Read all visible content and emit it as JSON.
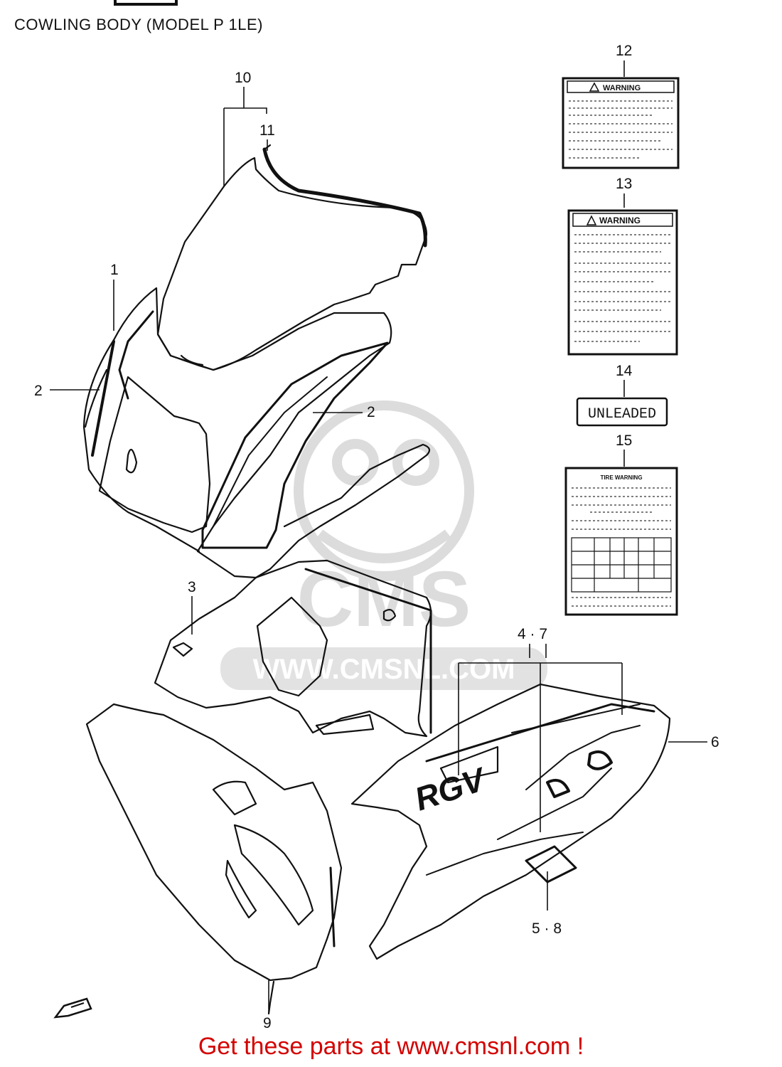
{
  "title": "COWLING BODY (MODEL P 1LE)",
  "footer": "Get these parts at www.cmsnl.com !",
  "callouts": {
    "c1": "1",
    "c2a": "2",
    "c2b": "2",
    "c3": "3",
    "c47": "4 · 7",
    "c58": "5 · 8",
    "c6": "6",
    "c9": "9",
    "c10": "10",
    "c11": "11",
    "c12": "12",
    "c13": "13",
    "c14": "14",
    "c15": "15"
  },
  "labels": {
    "warning_12": "WARNING",
    "warning_13": "WARNING",
    "unleaded": "UNLEADED",
    "tire_warning": "TIRE WARNING",
    "rgv_logo": "RGV"
  },
  "watermark": {
    "brand": "CMS",
    "url": "WWW.CMSNL.COM"
  },
  "colors": {
    "line": "#111111",
    "footer": "#d40000",
    "watermark": "#d9d9d9"
  }
}
